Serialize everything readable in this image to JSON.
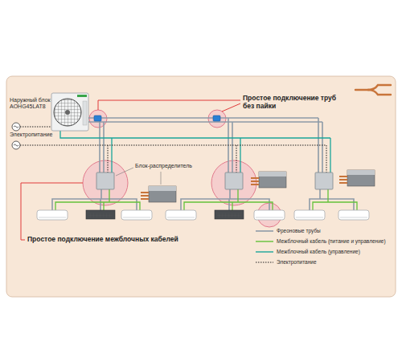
{
  "diagram": {
    "labels": [
      "Наружный блок AOHG45LAT8",
      "Электропитание",
      "Простое подключение труб без пайки",
      "Блок-распределитель",
      "Простое подключение межблочных кабелей"
    ],
    "legend": [
      {
        "text": "Фреоновые трубы"
      },
      {
        "text": "Межблочный кабель (питание и управление)"
      },
      {
        "text": "Межблочный кабель (управление)"
      },
      {
        "text": "Электропитание"
      }
    ]
  }
}
